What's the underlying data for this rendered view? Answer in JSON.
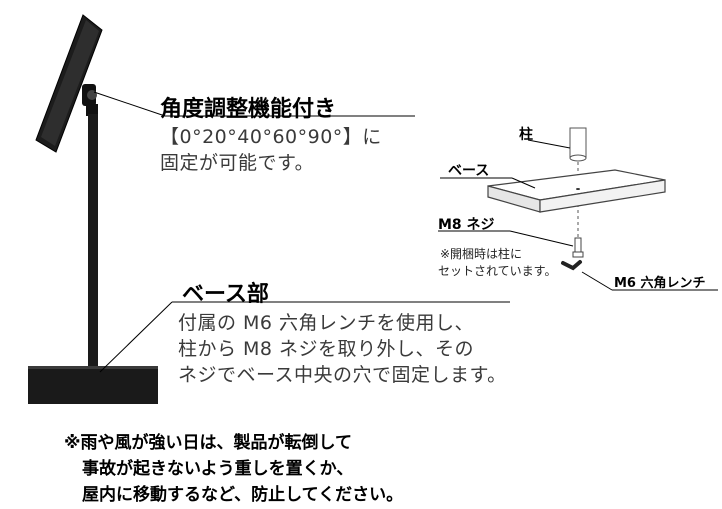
{
  "angle_section": {
    "title": "角度調整機能付き",
    "body_line1": "【0°20°40°60°90°】に",
    "body_line2": "固定が可能です。"
  },
  "base_section": {
    "title": "ベース部",
    "body_line1": "付属の M6 六角レンチを使用し、",
    "body_line2": "柱から M8 ネジを取り外し、その",
    "body_line3": "ネジでベース中央の穴で固定します。"
  },
  "diagram": {
    "pillar_label": "柱",
    "base_label": "ベース",
    "screw_label": "M8 ネジ",
    "note_line1": "※開梱時は柱に",
    "note_line2": "セットされています。",
    "wrench_label": "M6 六角レンチ"
  },
  "warning": {
    "line1": "※雨や風が強い日は、製品が転倒して",
    "line2": "事故が起きないよう重しを置くか、",
    "line3": "屋内に移動するなど、防止してください。"
  },
  "colors": {
    "stand": "#1a1a1a",
    "leader_line": "#000000",
    "body_text": "#3a3a3a"
  }
}
